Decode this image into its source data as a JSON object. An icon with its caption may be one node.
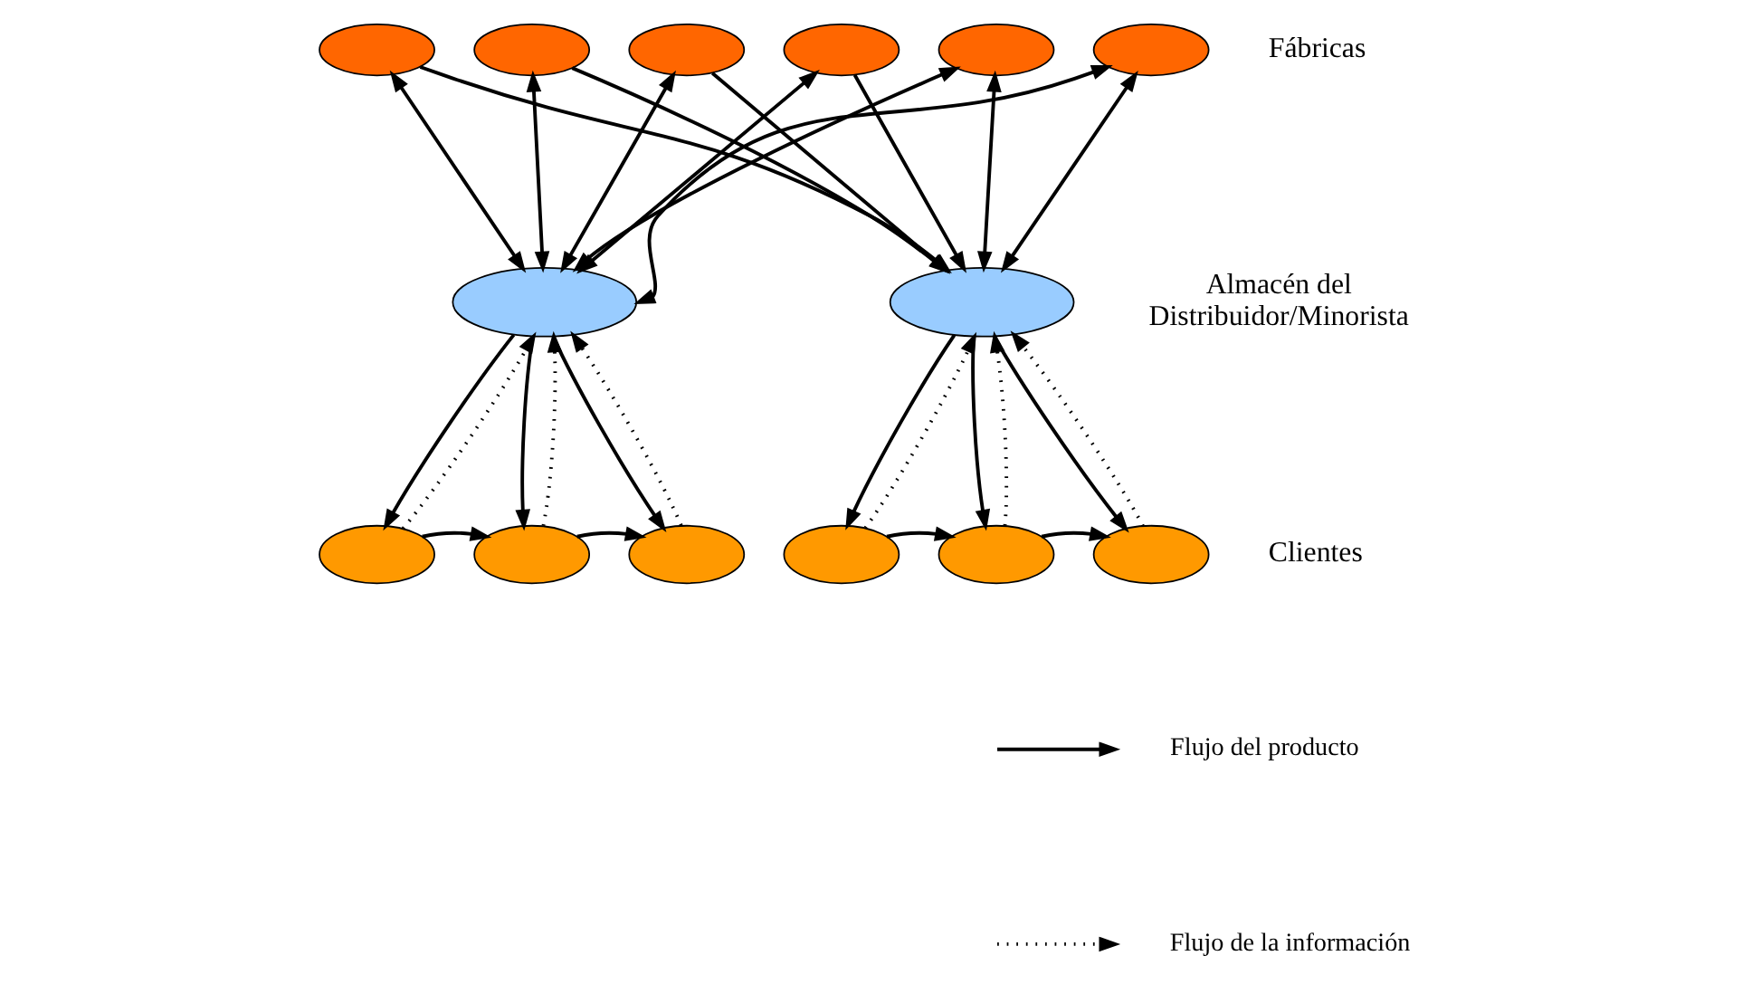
{
  "diagram": {
    "nodes": [
      {
        "text": [],
        "shape": "ellipse"
      },
      {
        "text": [],
        "shape": "ellipse"
      },
      {
        "text": [],
        "shape": "ellipse"
      },
      {
        "text": [],
        "shape": "ellipse"
      },
      {
        "text": [],
        "shape": "ellipse"
      },
      {
        "text": [],
        "shape": "ellipse"
      },
      {
        "text": [],
        "shape": "ellipse"
      },
      {
        "text": [],
        "shape": "ellipse"
      },
      {
        "text": [],
        "shape": "ellipse"
      },
      {
        "text": [],
        "shape": "ellipse"
      },
      {
        "text": [],
        "shape": "ellipse"
      },
      {
        "text": [],
        "shape": "ellipse"
      },
      {
        "text": [],
        "shape": "ellipse"
      },
      {
        "text": [],
        "shape": "ellipse"
      }
    ],
    "edges": [
      {
        "from": 0,
        "to": 6,
        "arrow": "both"
      },
      {
        "from": 0,
        "to": 7,
        "arrow": "to"
      },
      {
        "from": 1,
        "to": 6,
        "arrow": "both"
      },
      {
        "from": 1,
        "to": 7,
        "arrow": "to"
      },
      {
        "from": 2,
        "to": 6,
        "arrow": "both"
      },
      {
        "from": 2,
        "to": 7,
        "arrow": "to"
      },
      {
        "from": 3,
        "to": 6,
        "arrow": "both"
      },
      {
        "from": 3,
        "to": 7,
        "arrow": "to"
      },
      {
        "from": 4,
        "to": 6,
        "arrow": "both"
      },
      {
        "from": 4,
        "to": 7,
        "arrow": "both"
      },
      {
        "from": 5,
        "to": 6,
        "arrow": "both"
      },
      {
        "from": 5,
        "to": 7,
        "arrow": "both"
      },
      {
        "from": 6,
        "to": 8,
        "arrow": "to"
      },
      {
        "from": 8,
        "to": 6,
        "arrow": "to",
        "style": "dashed"
      },
      {
        "from": 6,
        "to": 9,
        "arrow": "to"
      },
      {
        "from": 9,
        "to": 6,
        "arrow": "to",
        "style": "dashed"
      },
      {
        "from": 6,
        "to": 10,
        "arrow": "to"
      },
      {
        "from": 10,
        "to": 6,
        "arrow": "to",
        "style": "dashed"
      },
      {
        "from": 8,
        "to": 9,
        "arrow": "to"
      },
      {
        "from": 9,
        "to": 10,
        "arrow": "to"
      },
      {
        "from": 7,
        "to": 11,
        "arrow": "to"
      },
      {
        "from": 11,
        "to": 7,
        "arrow": "to",
        "style": "dashed"
      },
      {
        "from": 7,
        "to": 12,
        "arrow": "to"
      },
      {
        "from": 12,
        "to": 7,
        "arrow": "to",
        "style": "dashed"
      },
      {
        "from": 7,
        "to": 13,
        "arrow": "to"
      },
      {
        "from": 13,
        "to": 7,
        "arrow": "to",
        "style": "dashed"
      },
      {
        "from": 11,
        "to": 12,
        "arrow": "to"
      },
      {
        "from": 12,
        "to": 13,
        "arrow": "to"
      }
    ],
    "labels": [
      "Fábricas",
      "Almacén del Distribuidor/Minorista",
      "Clientes"
    ],
    "legend": [
      {
        "text": "Flujo del producto"
      },
      {
        "text": "Flujo de la información"
      }
    ]
  }
}
